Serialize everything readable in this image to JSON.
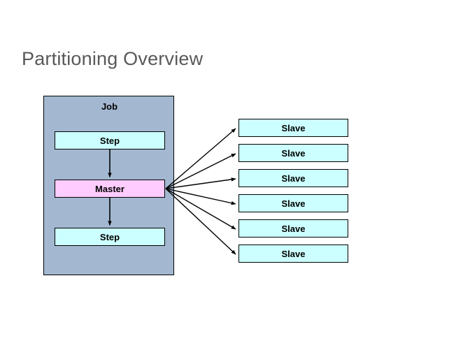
{
  "slide": {
    "title": "Partitioning Overview",
    "background_color": "#ffffff",
    "title_color": "#595959"
  },
  "diagram": {
    "type": "flow-diagram",
    "job": {
      "label": "Job",
      "fill_color": "#a3b8d0",
      "border_color": "#000000",
      "nodes": [
        {
          "id": "step-top",
          "label": "Step",
          "fill_color": "#ccffff"
        },
        {
          "id": "master",
          "label": "Master",
          "fill_color": "#ffccff"
        },
        {
          "id": "step-bottom",
          "label": "Step",
          "fill_color": "#ccffff"
        }
      ]
    },
    "slaves": {
      "fill_color": "#ccffff",
      "border_color": "#000000",
      "items": [
        {
          "label": "Slave"
        },
        {
          "label": "Slave"
        },
        {
          "label": "Slave"
        },
        {
          "label": "Slave"
        },
        {
          "label": "Slave"
        },
        {
          "label": "Slave"
        }
      ]
    },
    "connectors": {
      "arrow_color": "#000000",
      "internal": [
        {
          "from": "step-top",
          "to": "master"
        },
        {
          "from": "master",
          "to": "step-bottom"
        }
      ],
      "fan_out_from": "master",
      "fan_out_count": 6
    }
  }
}
